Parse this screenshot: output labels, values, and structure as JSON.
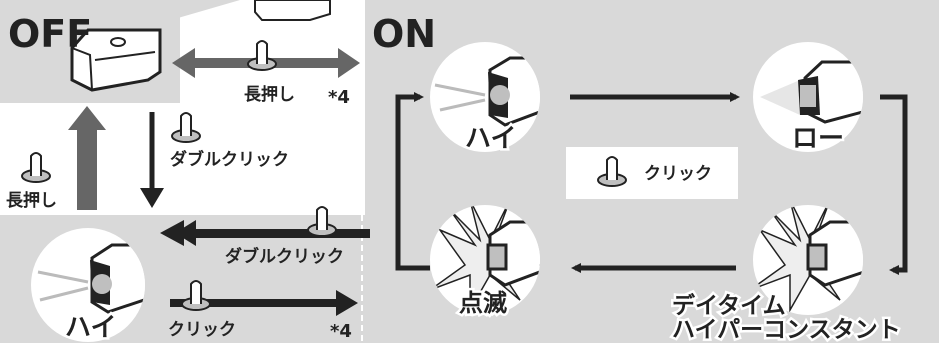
{
  "panels": {
    "off_title": "OFF",
    "on_title": "ON"
  },
  "labels": {
    "long_press_top": "長押し",
    "footnote_top": "*4",
    "double_click_down": "ダブルクリック",
    "long_press_left": "長押し",
    "double_click_back": "ダブルクリック",
    "click_bottom": "クリック",
    "footnote_bottom": "*4",
    "click_legend": "クリック"
  },
  "modes": {
    "high_left": "ハイ",
    "high_on": "ハイ",
    "low": "ロー",
    "blink": "点滅",
    "daytime_line1": "デイタイム",
    "daytime_line2": "ハイパーコンスタント"
  },
  "colors": {
    "panel": "#d9d9d9",
    "arrow_dark": "#222222",
    "arrow_gray": "#666666",
    "lens": "#bfbfbf"
  }
}
